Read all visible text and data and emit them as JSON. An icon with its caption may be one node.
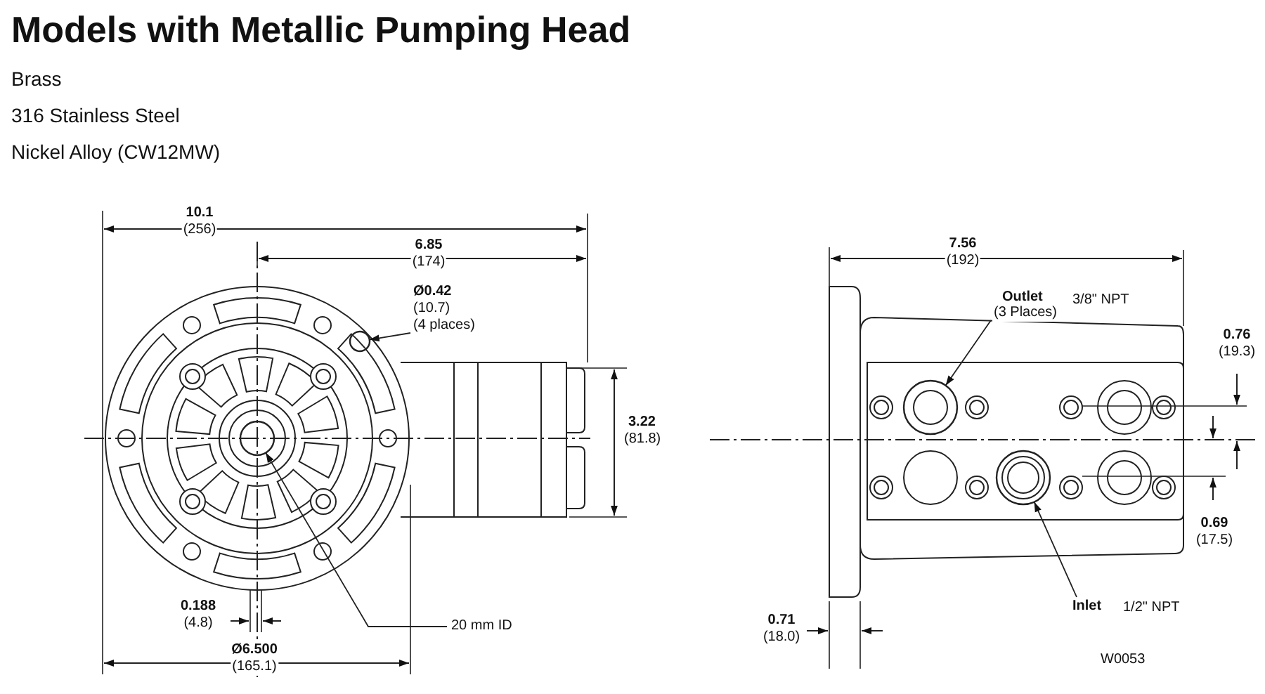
{
  "diagram": {
    "title": "Models with Metallic Pumping Head",
    "nodes": [
      {
        "text": [
          "Ø0.42",
          "(10.7)",
          "(4 places)"
        ]
      },
      {
        "text": [],
        "shape": "circle"
      },
      {
        "text": [
          "20 mm ID"
        ]
      },
      {
        "text": [],
        "shape": "circle"
      },
      {
        "text": [
          "Outlet",
          "(3 Places)",
          "3/8\" NPT"
        ]
      },
      {
        "text": [],
        "shape": "circle"
      },
      {
        "text": [
          "Inlet",
          "1/2\" NPT"
        ]
      },
      {
        "text": [],
        "shape": "circle"
      }
    ],
    "edges": [
      {
        "from": 0,
        "to": 1,
        "arrow": "to"
      },
      {
        "from": 2,
        "to": 3,
        "arrow": "to"
      },
      {
        "from": 4,
        "to": 5,
        "arrow": "to"
      },
      {
        "from": 6,
        "to": 7,
        "arrow": "to"
      }
    ],
    "labels": [
      "Brass",
      "316 Stainless Steel",
      "Nickel Alloy (CW12MW)",
      "10.1",
      "(256)",
      "6.85",
      "(174)",
      "3.22",
      "(81.8)",
      "0.188",
      "(4.8)",
      "Ø6.500",
      "(165.1)",
      "7.56",
      "(192)",
      "0.76",
      "(19.3)",
      "0.69",
      "(17.5)",
      "0.71",
      "(18.0)",
      "W0053"
    ]
  }
}
